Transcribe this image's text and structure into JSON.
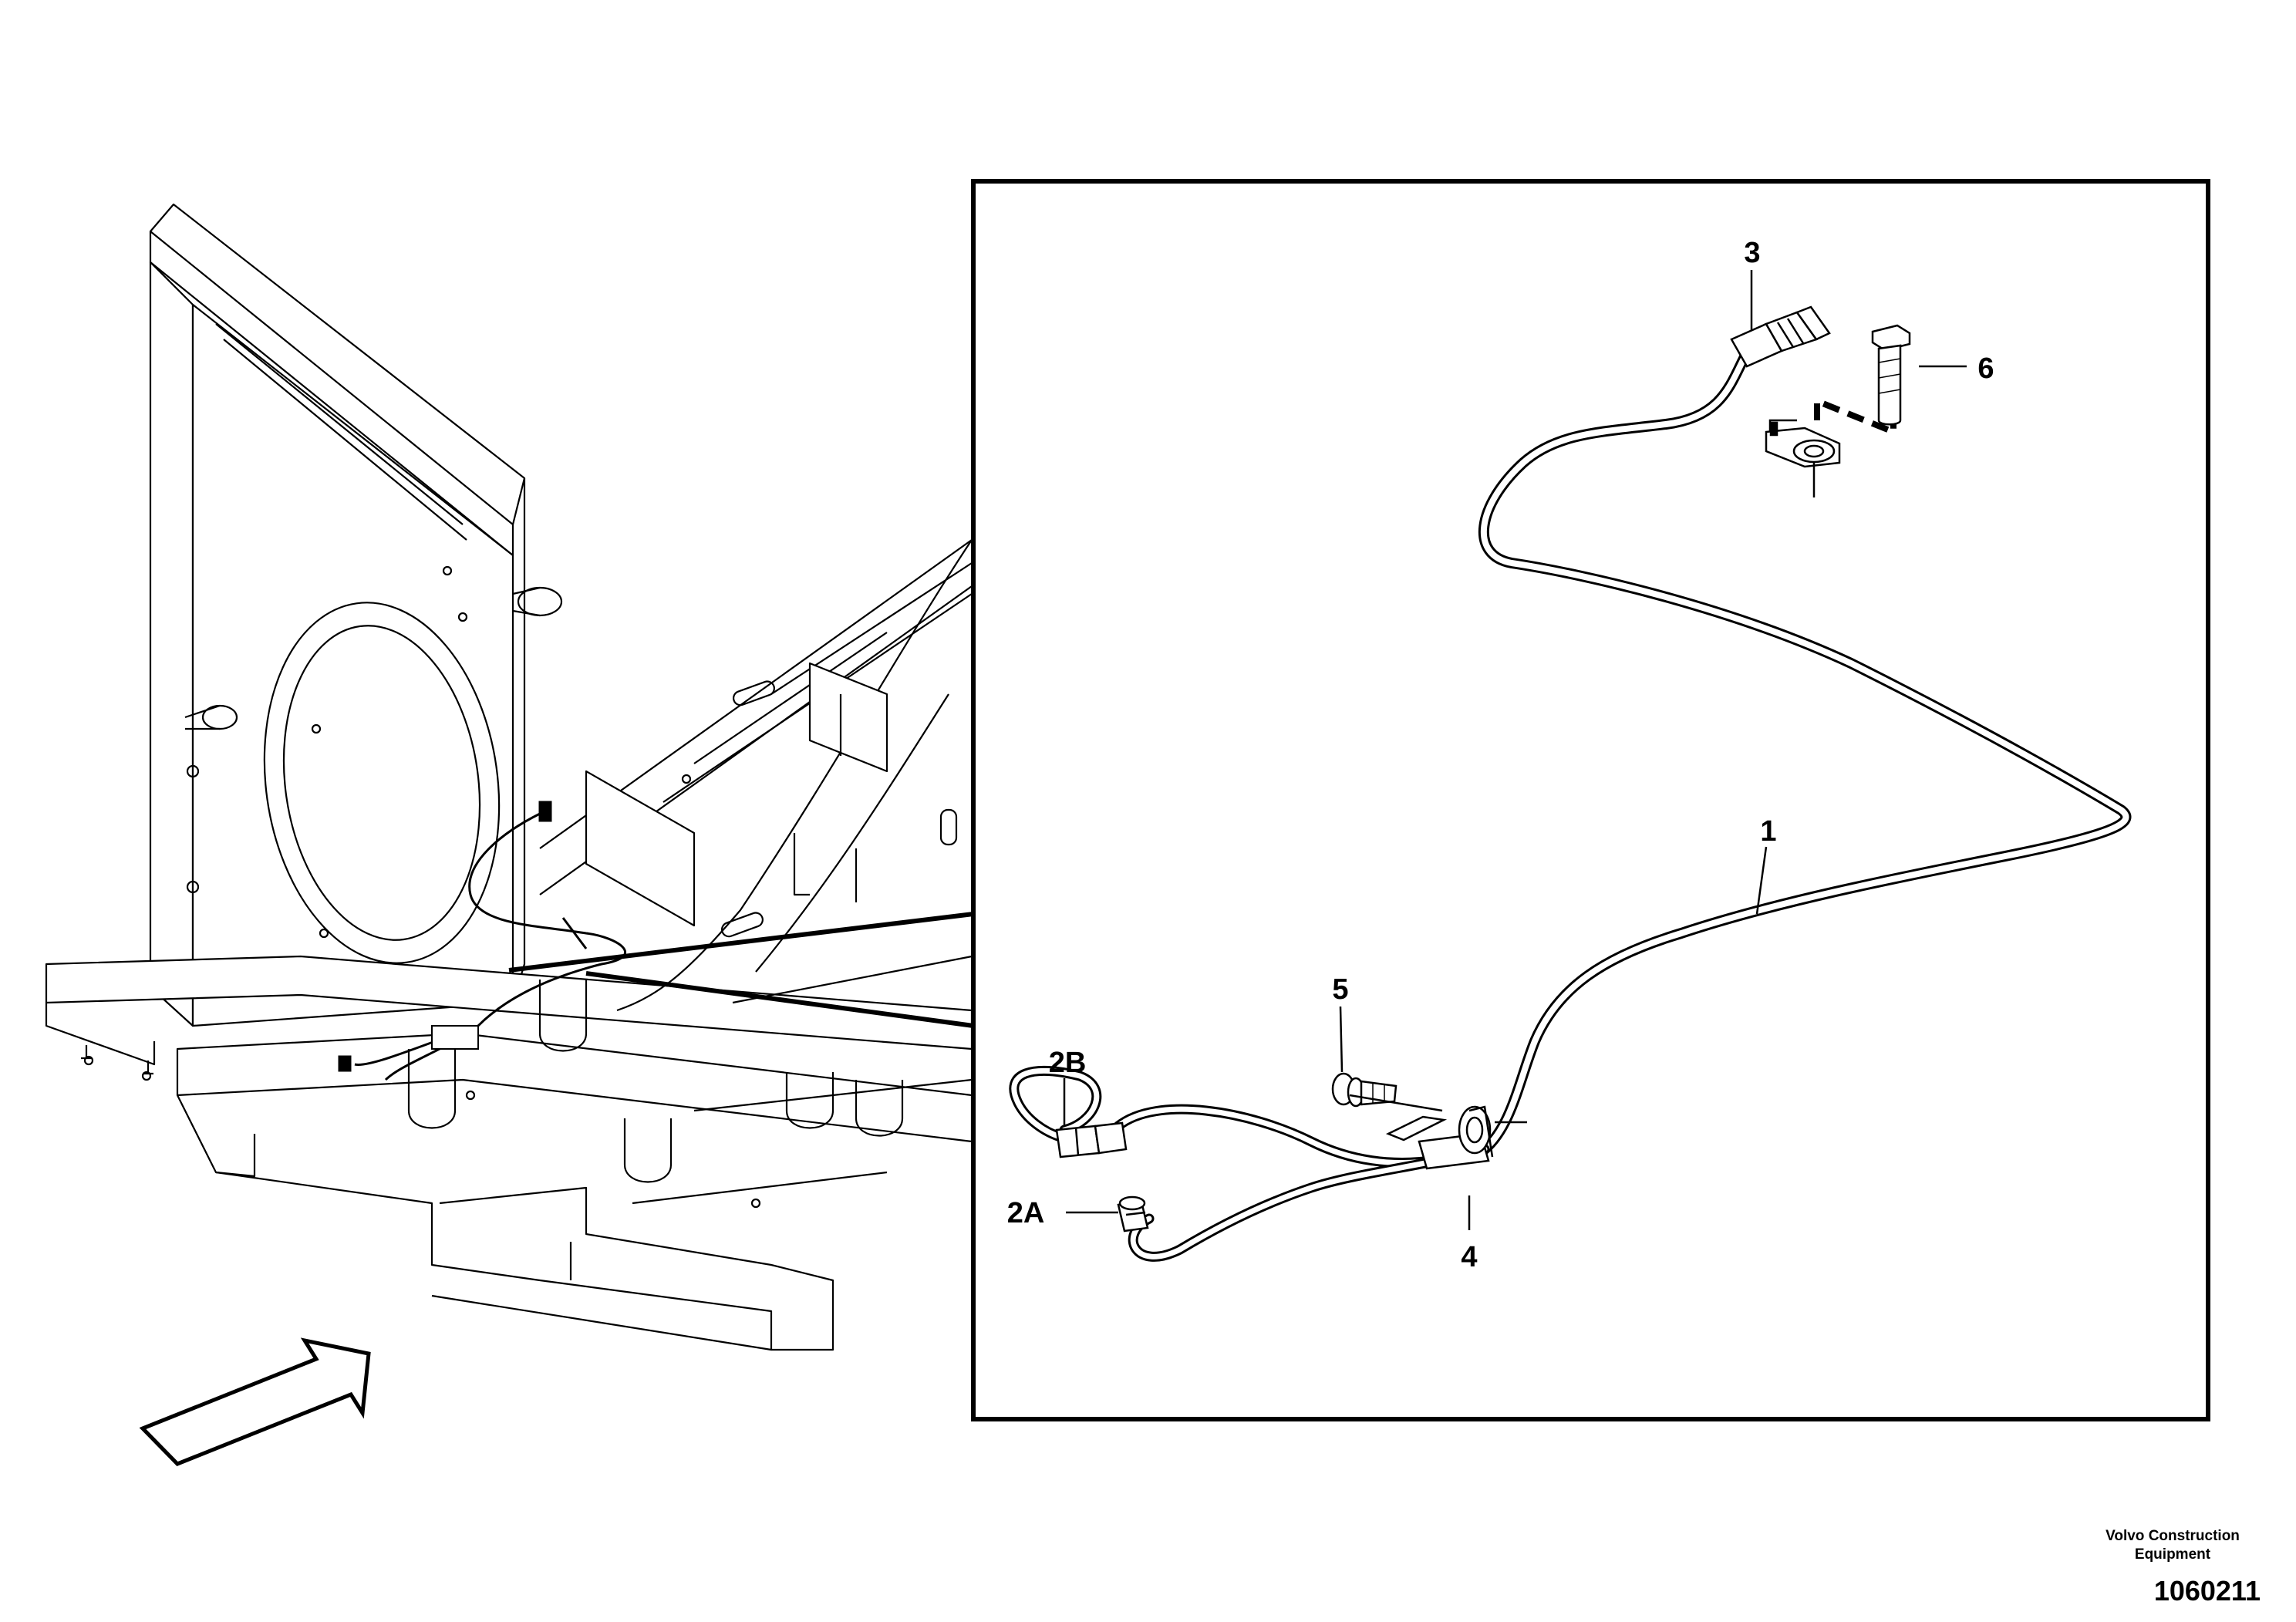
{
  "callouts": {
    "c1": "1",
    "c2a": "2A",
    "c2b": "2B",
    "c3": "3",
    "c4": "4",
    "c5": "5",
    "c6": "6"
  },
  "footer": {
    "brand_line1": "Volvo Construction",
    "brand_line2": "Equipment",
    "drawing_number": "1060211"
  },
  "icons": {
    "direction": "direction-arrow-icon"
  },
  "colors": {
    "line": "#000000",
    "background": "#ffffff"
  }
}
